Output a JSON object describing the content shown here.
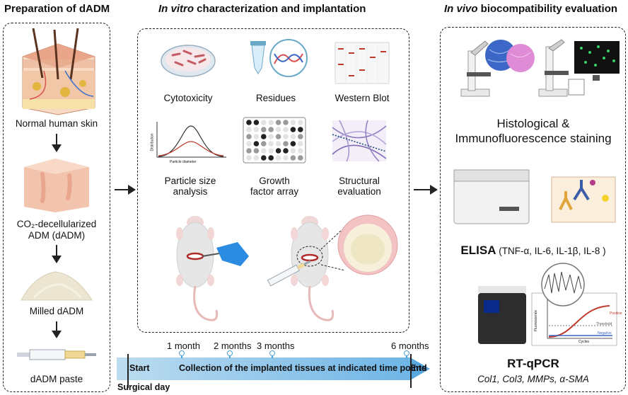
{
  "headers": {
    "left": "Preparation of dADM",
    "middle_italic": "In vitro",
    "middle_rest": " characterization and implantation",
    "right_italic": "In vivo",
    "right_rest": " biocompatibility evaluation"
  },
  "left_steps": {
    "skin": "Normal human skin",
    "decell_line1": "CO₂-decellularized",
    "decell_line2": "ADM (dADM)",
    "milled": "Milled dADM",
    "paste": "dADM paste"
  },
  "middle": {
    "cytotoxicity": "Cytotoxicity",
    "residues": "Residues",
    "western": "Western Blot",
    "particle_line1": "Particle size",
    "particle_line2": "analysis",
    "growth_line1": "Growth",
    "growth_line2": "factor array",
    "structural_line1": "Structural",
    "structural_line2": "evaluation",
    "plot_xlabel": "Particle diameter",
    "plot_ylabel": "Distribution"
  },
  "timeline": {
    "start": "Start",
    "end": "End",
    "surgical_day": "Surgical day",
    "center_text": "Collection of the implanted tissues at indicated time points",
    "ticks": [
      "1 month",
      "2 months",
      "3 months",
      "6 months"
    ]
  },
  "right": {
    "histo_line1": "Histological &",
    "histo_line2": "Immunofluorescence staining",
    "elisa_bold": "ELISA",
    "elisa_detail": " (TNF-α, IL-6, IL-1β, IL-8 )",
    "rtqpcr": "RT-qPCR",
    "genes": "Col1, Col3, MMPs, α-SMA",
    "qpcr_positive": "Positive",
    "qpcr_threshold": "Threshold",
    "qpcr_negative": "Negative",
    "qpcr_xlabel": "Cycles",
    "qpcr_ylabel": "Fluorescence"
  },
  "colors": {
    "skin_top": "#f2c9a6",
    "dadm": "#f0b9a0",
    "powder": "#e8e0cc",
    "glove": "#2a8be0",
    "rat": "#e6e6e6",
    "timeline_start": "#bcdcf0",
    "timeline_end": "#5aa6df",
    "curve_red": "#c0392b"
  }
}
